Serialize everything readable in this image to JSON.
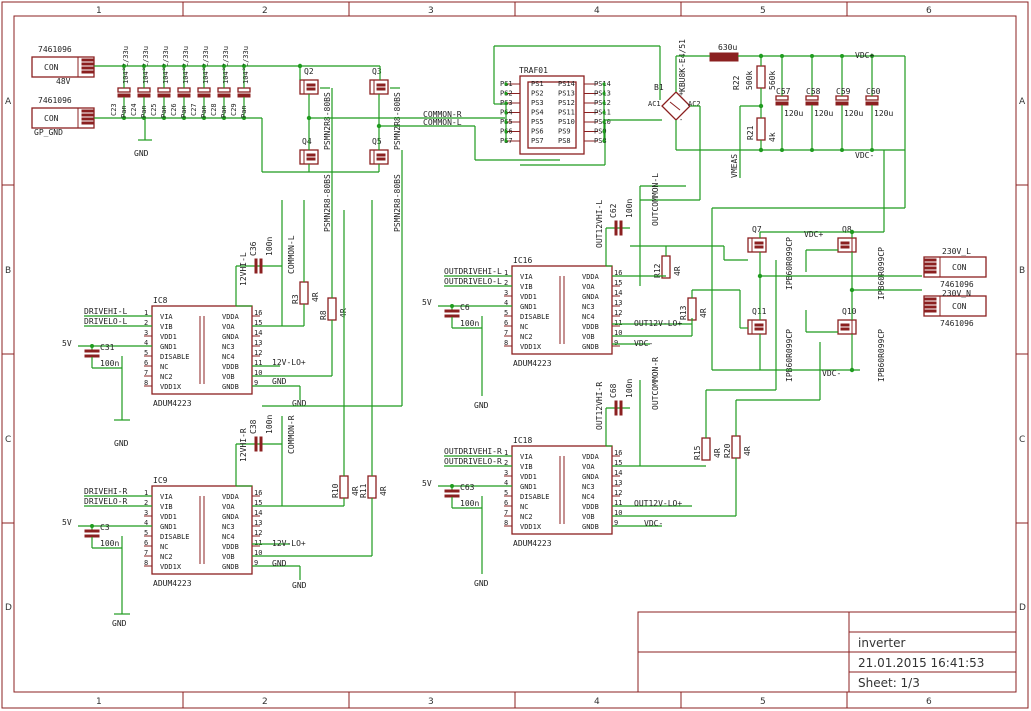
{
  "frame": {
    "columns": [
      "1",
      "2",
      "3",
      "4",
      "5",
      "6"
    ],
    "rows": [
      "A",
      "B",
      "C",
      "D"
    ]
  },
  "title_block": {
    "name": "inverter",
    "date": "21.01.2015 16:41:53",
    "sheet": "Sheet: 1/3"
  },
  "connectors": {
    "con1": {
      "part": "7461096",
      "name": "CON",
      "net": "48V"
    },
    "con2": {
      "part": "7461096",
      "name": "CON",
      "net": "GP_GND"
    },
    "con3": {
      "part": "7461096",
      "name": "CON",
      "net": "230V_L"
    },
    "con4": {
      "part": "7461096",
      "name": "CON",
      "net": "230V_N"
    }
  },
  "cap_bank": {
    "values": [
      "104°C/33u",
      "104°C/33u",
      "104°C/33u",
      "104°C/33u",
      "104°C/33u",
      "104°C/33u",
      "104°C/33u"
    ],
    "names": [
      "C23",
      "C24",
      "C25",
      "C26",
      "C27",
      "C28",
      "C29"
    ],
    "prefix": "Pan",
    "gnd": "GND"
  },
  "mosfets_top": {
    "q2": "Q2",
    "q3": "Q3",
    "q4": "Q4",
    "q5": "Q5",
    "part": "PSMN2R8-80BS"
  },
  "transformer": {
    "name": "TRAF01",
    "left_pins": [
      "PS1",
      "PS2",
      "PS3",
      "PS4",
      "PS5",
      "PS6",
      "PS7"
    ],
    "inner_left": [
      "PS1",
      "PS2",
      "PS3",
      "PS4",
      "PS5",
      "PS6",
      "PS7"
    ],
    "inner_right": [
      "PS14",
      "PS13",
      "PS12",
      "PS11",
      "PS10",
      "PS9",
      "PS8"
    ],
    "right_pins": [
      "PS14",
      "PS13",
      "PS12",
      "PS11",
      "PS10",
      "PS9",
      "PS8"
    ]
  },
  "nets": {
    "common_r": "COMMON-R",
    "common_l": "COMMON-L",
    "vdc_plus": "VDC+",
    "vdc_minus": "VDC-",
    "vmeas": "VMEAS",
    "gnd": "GND",
    "v5": "5V",
    "v12hi_l": "12VHI-L",
    "v12hi_r": "12VHI-R",
    "v12lo_plus": "12V-LO+",
    "outcommon_l": "OUTCOMMON-L",
    "outcommon_r": "OUTCOMMON-R",
    "out12hi_l": "OUT12VHI-L",
    "out12hi_r": "OUT12VHI-R",
    "out12lo_plus": "OUT12V-LO+",
    "drivehi_l": "DRIVEHI-L",
    "drivelo_l": "DRIVELO-L",
    "drivehi_r": "DRIVEHI-R",
    "drivelo_r": "DRIVELO-R",
    "outdrivehi_l": "OUTDRIVEHI-L",
    "outdrivelo_l": "OUTDRIVELO-L",
    "outdrivehi_r": "OUTDRIVEHI-R",
    "outdrivelo_r": "OUTDRIVELO-R"
  },
  "bridge": {
    "name": "B1",
    "part": "KBU8K-E4/51",
    "pin_ac1": "AC1",
    "pin_ac2": "AC2",
    "plus": "+",
    "minus": "-"
  },
  "hv_parts": {
    "inductor": "630u",
    "r22": "R22",
    "r22_val": "500k",
    "r21": "R21",
    "r21_val": "4k",
    "r_extra_val": "560k",
    "caps": [
      "C57",
      "C58",
      "C59",
      "C60"
    ],
    "cap_val": "120u"
  },
  "mosfets_out": {
    "q7": "Q7",
    "q8": "Q8",
    "q10": "Q10",
    "q11": "Q11",
    "part": "IPB60R099CP"
  },
  "resistors": {
    "r3": "R3",
    "r8": "R8",
    "r10": "R10",
    "r11": "R11",
    "r12": "R12",
    "r13": "R13",
    "r15": "R15",
    "r20": "R20",
    "val": "4R"
  },
  "small_caps": {
    "c36": "C36",
    "c38": "C38",
    "c31": "C31",
    "c3": "C3",
    "c62": "C62",
    "c68": "C68",
    "c6": "C6",
    "c63": "C63",
    "val": "100n"
  },
  "ics": {
    "ic8": "IC8",
    "ic9": "IC9",
    "ic16": "IC16",
    "ic18": "IC18",
    "part": "ADUM4223",
    "left_pins": [
      "VIA",
      "VIB",
      "VDD1",
      "GND1",
      "DISABLE",
      "NC",
      "NC2",
      "VDD1X"
    ],
    "right_pins": [
      "VDDA",
      "VOA",
      "GNDA",
      "NC3",
      "NC4",
      "VDDB",
      "VOB",
      "GNDB"
    ],
    "left_nums": [
      "1",
      "2",
      "3",
      "4",
      "5",
      "6",
      "7",
      "8"
    ],
    "right_nums": [
      "16",
      "15",
      "14",
      "13",
      "12",
      "11",
      "10",
      "9"
    ]
  }
}
